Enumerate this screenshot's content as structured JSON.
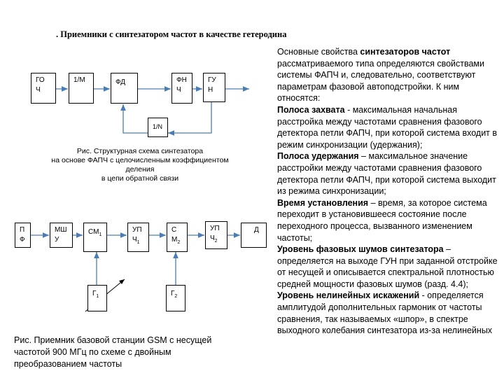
{
  "title": ". Приемники с синтезатором частот в качестве гетеродина",
  "diagram1": {
    "blocks": {
      "gen": [
        "ГО",
        "Ч"
      ],
      "div_m": "1/М",
      "pd": "ФД",
      "lpf": [
        "ФН",
        "Ч"
      ],
      "vco": [
        "ГУ",
        "Н"
      ],
      "div_n": "1/N"
    },
    "caption": [
      "Рис.    Структурная схема синтезатора",
      "на основе ФАПЧ с целочисленным коэффициентом",
      "деления",
      "в цепи обратной связи"
    ]
  },
  "diagram2": {
    "blocks": {
      "pf": [
        "П",
        "Ф"
      ],
      "lna": [
        "МШ",
        "У"
      ],
      "mix1": {
        "label": "СМ",
        "sub": "1"
      },
      "if1": {
        "line1": "УП",
        "line2": "Ч",
        "sub": "1"
      },
      "mix2": {
        "line1": "С",
        "line2": "М",
        "sub": "2"
      },
      "if2": {
        "line1": "УП",
        "line2": "Ч",
        "sub": "2"
      },
      "det": "Д",
      "lo1": {
        "label": "Г",
        "sub": "1"
      },
      "lo2": {
        "label": "Г",
        "sub": "2"
      }
    },
    "caption": [
      "Рис. Приемник базовой станции GSM  с несущей",
      "частотой 900 МГц по схеме с двойным",
      "преобразованием частоты"
    ]
  },
  "body_text": {
    "intro_1": "Основные свойства ",
    "intro_bold": "синтезаторов частот",
    "intro_2": " рассматриваемого типа определяются свойствами системы ФАПЧ и, следовательно, соответствуют параметрам фазовой автоподстройки. К ним относятся:",
    "items": [
      {
        "term": "Полоса захвата",
        "text": " -  максимальная начальная расстройка между частотами сравнения фазового детектора петли ФАПЧ, при которой система входит в режим синхронизации (удержания);"
      },
      {
        "term": "Полоса удержания",
        "text": " – максимальное значение расстройки между частотами сравнения фазового детектора петли ФАПЧ, при которой система выходит из режима синхронизации;"
      },
      {
        "term": "Время установления",
        "text": " – время, за которое система переходит в установившееся состояние после переходного процесса, вызванного изменением частоты;"
      },
      {
        "term": "Уровень фазовых шумов синтезатора",
        "text": " – определяется на выходе ГУН при заданной отстройке от несущей и описывается спектральной плотностью средней мощности фазовых шумов (разд. 4.4);"
      },
      {
        "term": "Уровень нелинейных искажений",
        "text": " - определяется амплитудой дополнительных гармоник от частоты сравнения, так называемых «шпор», в спектре выходного колебания синтезатора из-за нелинейных"
      }
    ]
  },
  "colors": {
    "wire": "#4a7db6",
    "border": "#000000"
  }
}
